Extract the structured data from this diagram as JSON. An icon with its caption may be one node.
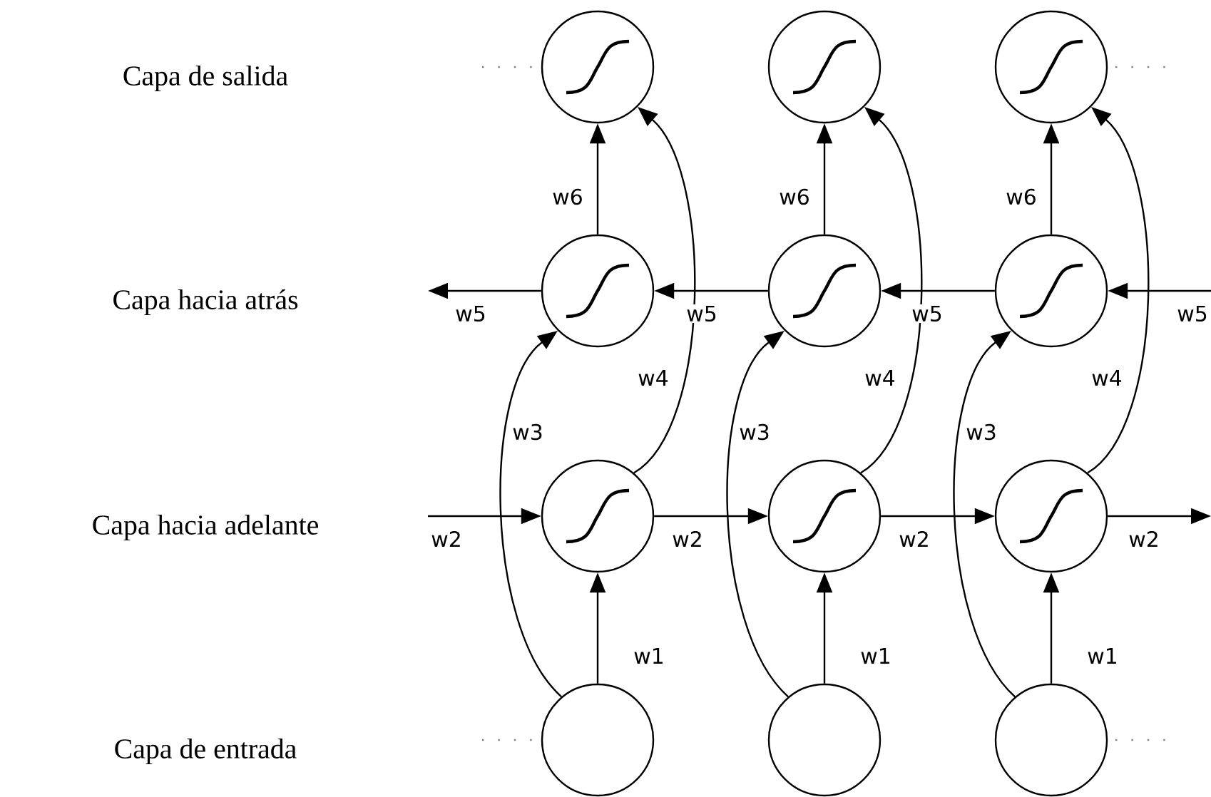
{
  "diagram": {
    "nodes": [
      {
        "text": [],
        "shape": "circle"
      },
      {
        "text": [],
        "shape": "circle"
      },
      {
        "text": [],
        "shape": "circle"
      },
      {
        "text": [],
        "shape": "circle"
      },
      {
        "text": [],
        "shape": "circle"
      },
      {
        "text": [],
        "shape": "circle"
      },
      {
        "text": [],
        "shape": "circle"
      },
      {
        "text": [],
        "shape": "circle"
      },
      {
        "text": [],
        "shape": "circle"
      },
      {
        "text": [],
        "shape": "circle"
      },
      {
        "text": [],
        "shape": "circle"
      },
      {
        "text": [],
        "shape": "circle"
      }
    ],
    "edges": [
      {
        "from": null,
        "to": 6,
        "arrow": "to",
        "label": "w2"
      },
      {
        "from": 6,
        "to": 7,
        "arrow": "to",
        "label": "w2"
      },
      {
        "from": 7,
        "to": 8,
        "arrow": "to",
        "label": "w2"
      },
      {
        "from": 8,
        "to": null,
        "arrow": "to",
        "label": "w2"
      },
      {
        "from": null,
        "to": 5,
        "arrow": "to",
        "label": "w5"
      },
      {
        "from": 5,
        "to": 4,
        "arrow": "to",
        "label": "w5"
      },
      {
        "from": 4,
        "to": 3,
        "arrow": "to",
        "label": "w5"
      },
      {
        "from": 3,
        "to": null,
        "arrow": "to",
        "label": "w5"
      },
      {
        "from": 9,
        "to": 6,
        "arrow": "to",
        "label": "w1"
      },
      {
        "from": 10,
        "to": 7,
        "arrow": "to",
        "label": "w1"
      },
      {
        "from": 11,
        "to": 8,
        "arrow": "to",
        "label": "w1"
      },
      {
        "from": 9,
        "to": 3,
        "arrow": "to",
        "label": "w3"
      },
      {
        "from": 10,
        "to": 4,
        "arrow": "to",
        "label": "w3"
      },
      {
        "from": 11,
        "to": 5,
        "arrow": "to",
        "label": "w3"
      },
      {
        "from": 6,
        "to": 0,
        "arrow": "to",
        "label": "w4"
      },
      {
        "from": 7,
        "to": 1,
        "arrow": "to",
        "label": "w4"
      },
      {
        "from": 8,
        "to": 2,
        "arrow": "to",
        "label": "w4"
      },
      {
        "from": 3,
        "to": 0,
        "arrow": "to",
        "label": "w6"
      },
      {
        "from": 4,
        "to": 1,
        "arrow": "to",
        "label": "w6"
      },
      {
        "from": 5,
        "to": 2,
        "arrow": "to",
        "label": "w6"
      }
    ],
    "labels": [
      "Capa de salida",
      "Capa hacia atrás",
      "Capa hacia adelante",
      "Capa de entrada"
    ]
  }
}
